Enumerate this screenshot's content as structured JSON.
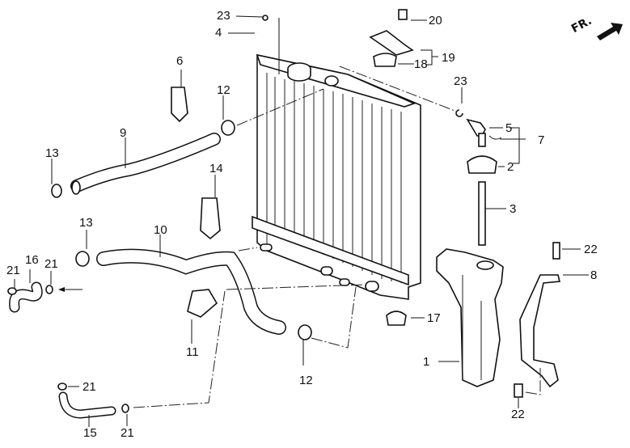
{
  "diagram": {
    "title": "Radiator / Reserve Tank exploded view",
    "direction_indicator": "FR.",
    "callouts": [
      {
        "id": "c1",
        "label": "1"
      },
      {
        "id": "c2",
        "label": "2"
      },
      {
        "id": "c3",
        "label": "3"
      },
      {
        "id": "c4",
        "label": "4"
      },
      {
        "id": "c5",
        "label": "5"
      },
      {
        "id": "c6",
        "label": "6"
      },
      {
        "id": "c7",
        "label": "7"
      },
      {
        "id": "c8",
        "label": "8"
      },
      {
        "id": "c9",
        "label": "9"
      },
      {
        "id": "c10",
        "label": "10"
      },
      {
        "id": "c11",
        "label": "11"
      },
      {
        "id": "c12a",
        "label": "12"
      },
      {
        "id": "c12b",
        "label": "12"
      },
      {
        "id": "c13a",
        "label": "13"
      },
      {
        "id": "c13b",
        "label": "13"
      },
      {
        "id": "c14",
        "label": "14"
      },
      {
        "id": "c15",
        "label": "15"
      },
      {
        "id": "c16",
        "label": "16"
      },
      {
        "id": "c17",
        "label": "17"
      },
      {
        "id": "c18",
        "label": "18"
      },
      {
        "id": "c19",
        "label": "19"
      },
      {
        "id": "c20",
        "label": "20"
      },
      {
        "id": "c21a",
        "label": "21"
      },
      {
        "id": "c21b",
        "label": "21"
      },
      {
        "id": "c21c",
        "label": "21"
      },
      {
        "id": "c21d",
        "label": "21"
      },
      {
        "id": "c22a",
        "label": "22"
      },
      {
        "id": "c22b",
        "label": "22"
      },
      {
        "id": "c23a",
        "label": "23"
      },
      {
        "id": "c23b",
        "label": "23"
      }
    ]
  }
}
